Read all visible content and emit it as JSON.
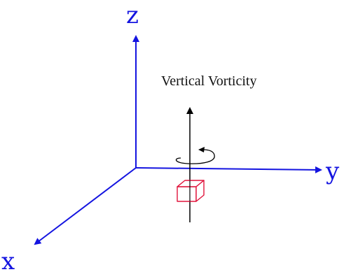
{
  "axes": {
    "z_label": "z",
    "y_label": "y",
    "x_label": "x",
    "color": "#1414e0"
  },
  "caption": {
    "text": "Vertical Vorticity",
    "color": "#111111"
  },
  "vorticity_vector": {
    "color": "#000000"
  },
  "fluid_parcel": {
    "color": "#e0143c"
  }
}
